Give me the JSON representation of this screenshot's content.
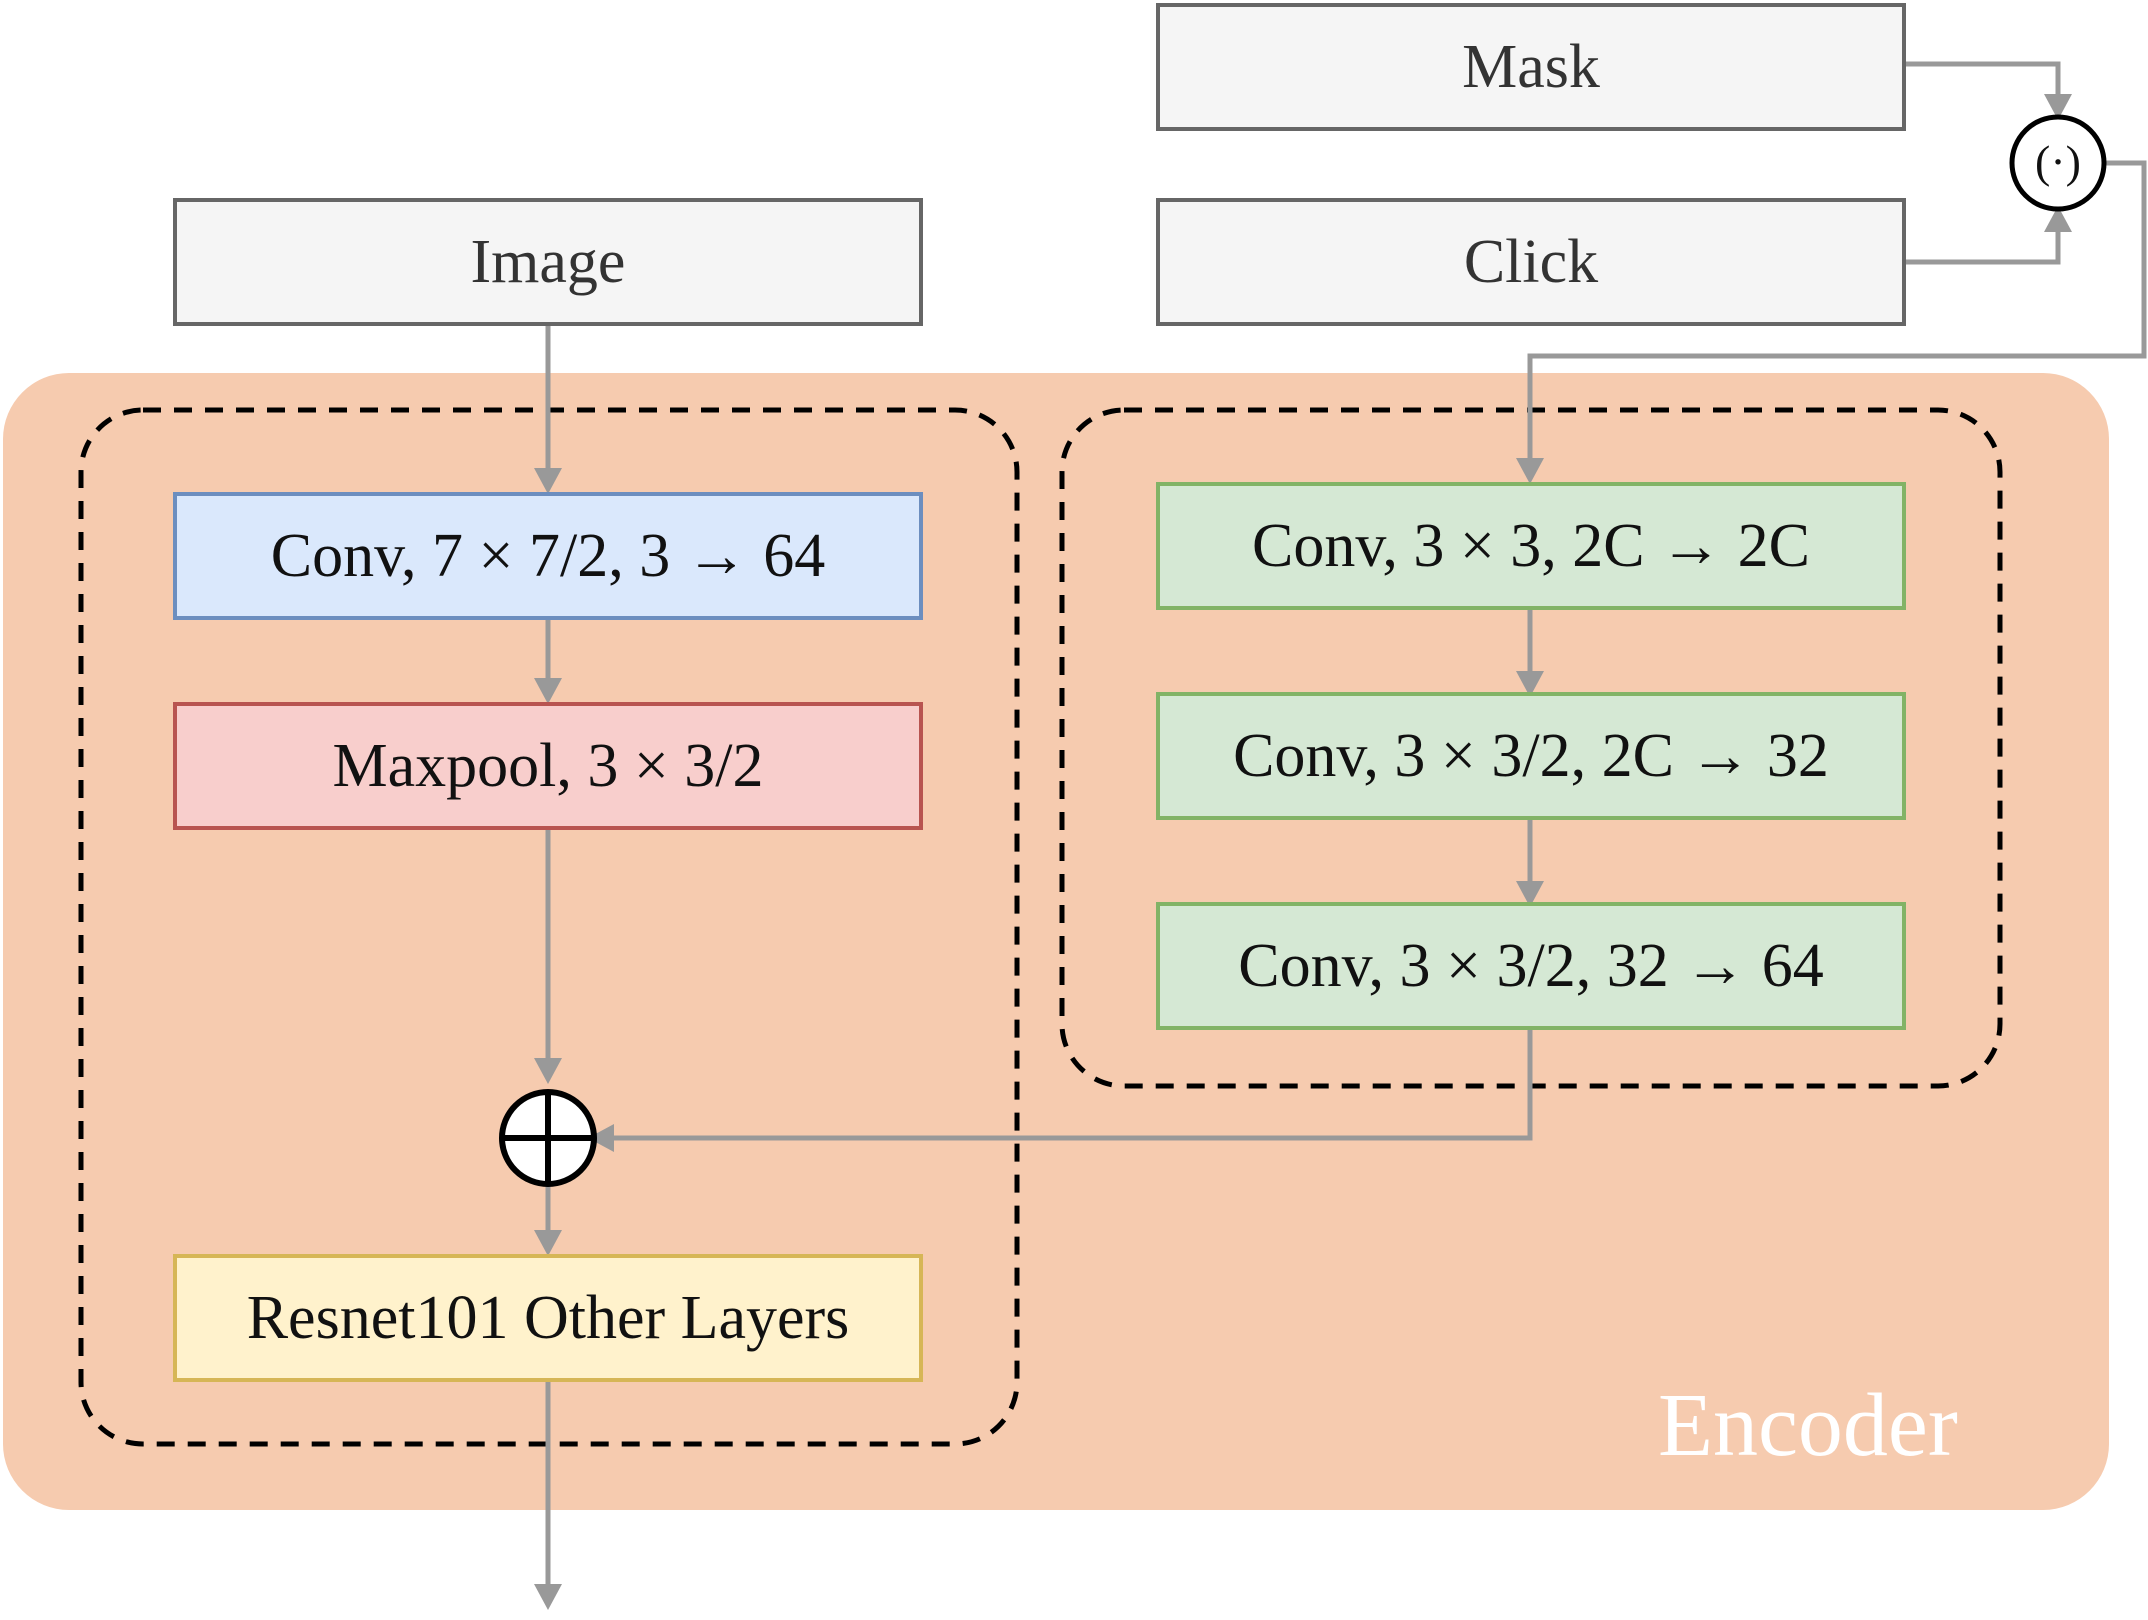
{
  "colors": {
    "encoder_background": "#f6cbaf",
    "arrow": "#999999",
    "input_fill": "#f5f5f5",
    "input_border": "#666666",
    "conv_blue_fill": "#dae8fc",
    "conv_blue_border": "#6c8ebf",
    "maxpool_fill": "#f8cecc",
    "maxpool_border": "#b85450",
    "green_fill": "#d5e8d4",
    "green_border": "#82b366",
    "resnet_fill": "#fff2cc",
    "resnet_border": "#d6b656"
  },
  "inputs": {
    "image": "Image",
    "mask": "Mask",
    "click": "Click"
  },
  "image_branch": {
    "conv": "Conv, 7 × 7/2, 3 → 64",
    "maxpool": "Maxpool, 3 × 3/2",
    "resnet": "Resnet101 Other Layers"
  },
  "click_branch": {
    "conv1": "Conv, 3 × 3, 2C → 2C",
    "conv2": "Conv, 3 × 3/2, 2C → 32",
    "conv3": "Conv, 3 × 3/2, 32 → 64"
  },
  "operators": {
    "combine_symbol": "(·)",
    "add_icon": "circle-plus-icon"
  },
  "encoder": {
    "label": "Encoder"
  }
}
